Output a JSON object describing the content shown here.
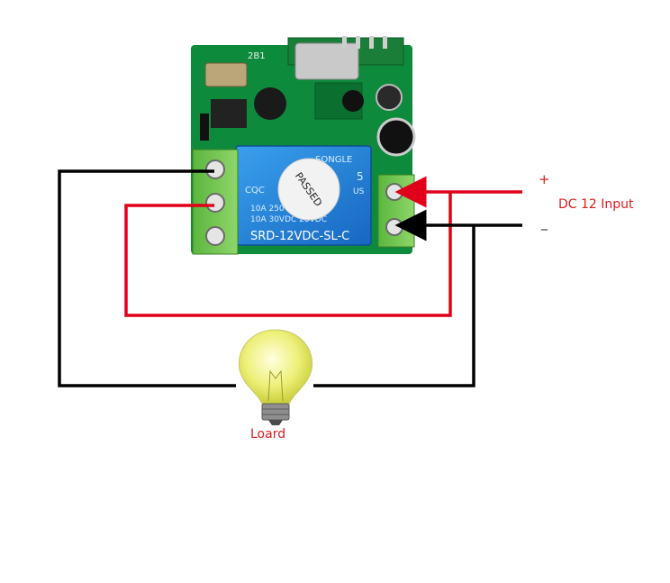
{
  "labels": {
    "plus": "+",
    "minus": "_",
    "dc_input": "DC 12  Input",
    "load": "Loard"
  },
  "relay": {
    "brand": "SONGLE",
    "model": "SRD-12VDC-SL-C",
    "rating_line1": "10A  250VAC",
    "rating_line2": "10A  30VDC  28VDC",
    "cqc": "CQC",
    "passed": "PASSED",
    "pin_number": "5",
    "us_mark": "US"
  },
  "pcb": {
    "silkscreen": "2B1"
  },
  "colors": {
    "wire_red": "#e0001a",
    "wire_black": "#000000",
    "label_red": "#d81e1e",
    "pcb_green": "#0e8a3c",
    "relay_blue": "#1e7fd6",
    "terminal_green": "#6cc04a",
    "bulb_yellow": "#eef07a"
  }
}
